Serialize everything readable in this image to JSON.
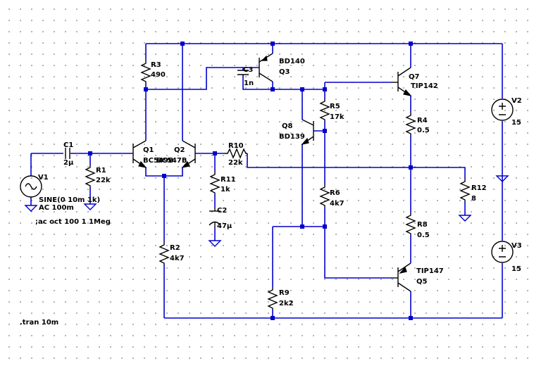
{
  "schematic": {
    "components": [
      {
        "ref": "R3",
        "value": "490"
      },
      {
        "ref": "C3",
        "value": "1n"
      },
      {
        "ref": "Q3",
        "value": "BD140"
      },
      {
        "ref": "Q7",
        "value": "TIP142"
      },
      {
        "ref": "R5",
        "value": "17k"
      },
      {
        "ref": "Q8",
        "value": "BD139"
      },
      {
        "ref": "R4",
        "value": "0.5"
      },
      {
        "ref": "V2",
        "value": "15"
      },
      {
        "ref": "C1",
        "value": "2µ"
      },
      {
        "ref": "R1",
        "value": "22k"
      },
      {
        "ref": "Q1",
        "value": "BC549B"
      },
      {
        "ref": "Q2",
        "value": "BC547B"
      },
      {
        "ref": "R10",
        "value": "22k"
      },
      {
        "ref": "V1",
        "value": "SINE(0 10m 1k)",
        "value2": "AC 100m"
      },
      {
        "ref": "R11",
        "value": "1k"
      },
      {
        "ref": "R12",
        "value": "8"
      },
      {
        "ref": "R6",
        "value": "4k7"
      },
      {
        "ref": "C2",
        "value": "47µ"
      },
      {
        "ref": "R8",
        "value": "0.5"
      },
      {
        "ref": "R2",
        "value": "4k7"
      },
      {
        "ref": "V3",
        "value": "15"
      },
      {
        "ref": "Q5",
        "value": "TIP147"
      },
      {
        "ref": "R9",
        "value": "2k2"
      }
    ],
    "directives": {
      "ac": ";ac oct 100 1 1Meg",
      "tran": ".tran 10m"
    }
  }
}
